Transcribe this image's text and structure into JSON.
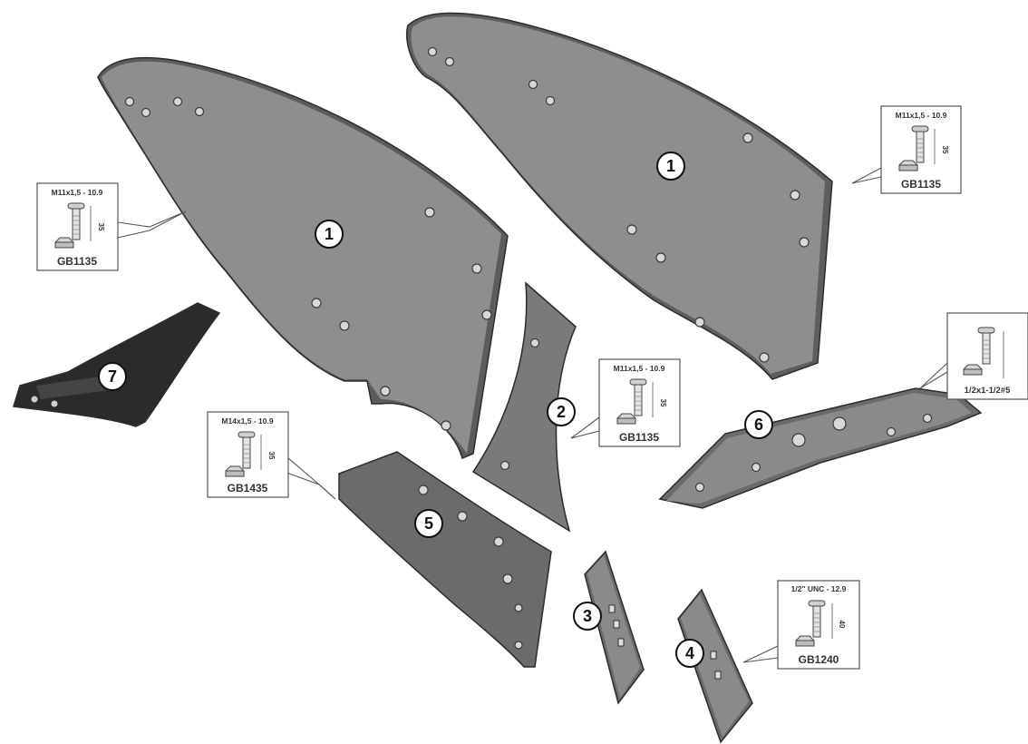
{
  "parts": [
    {
      "number": "1"
    },
    {
      "number": "1"
    },
    {
      "number": "2"
    },
    {
      "number": "3"
    },
    {
      "number": "4"
    },
    {
      "number": "5"
    },
    {
      "number": "6"
    },
    {
      "number": "7"
    }
  ],
  "callouts": [
    {
      "spec": "M11x1,5 - 10.9",
      "length": "35",
      "code": "GB1135"
    },
    {
      "spec": "M11x1,5 - 10.9",
      "length": "35",
      "code": "GB1135"
    },
    {
      "spec": "M11x1,5 - 10.9",
      "length": "35",
      "code": "GB1135"
    },
    {
      "spec": "M14x1,5 - 10.9",
      "length": "35",
      "code": "GB1435"
    },
    {
      "spec": "",
      "length": "",
      "code": "1/2x1-1/2#5"
    },
    {
      "spec": "1/2\" UNC - 12.9",
      "length": "40",
      "code": "GB1240"
    }
  ],
  "colors": {
    "blade": "#8c8c8c",
    "blade_dark": "#5e5e5e",
    "part7": "#2b2b2b",
    "line": "#333333"
  }
}
